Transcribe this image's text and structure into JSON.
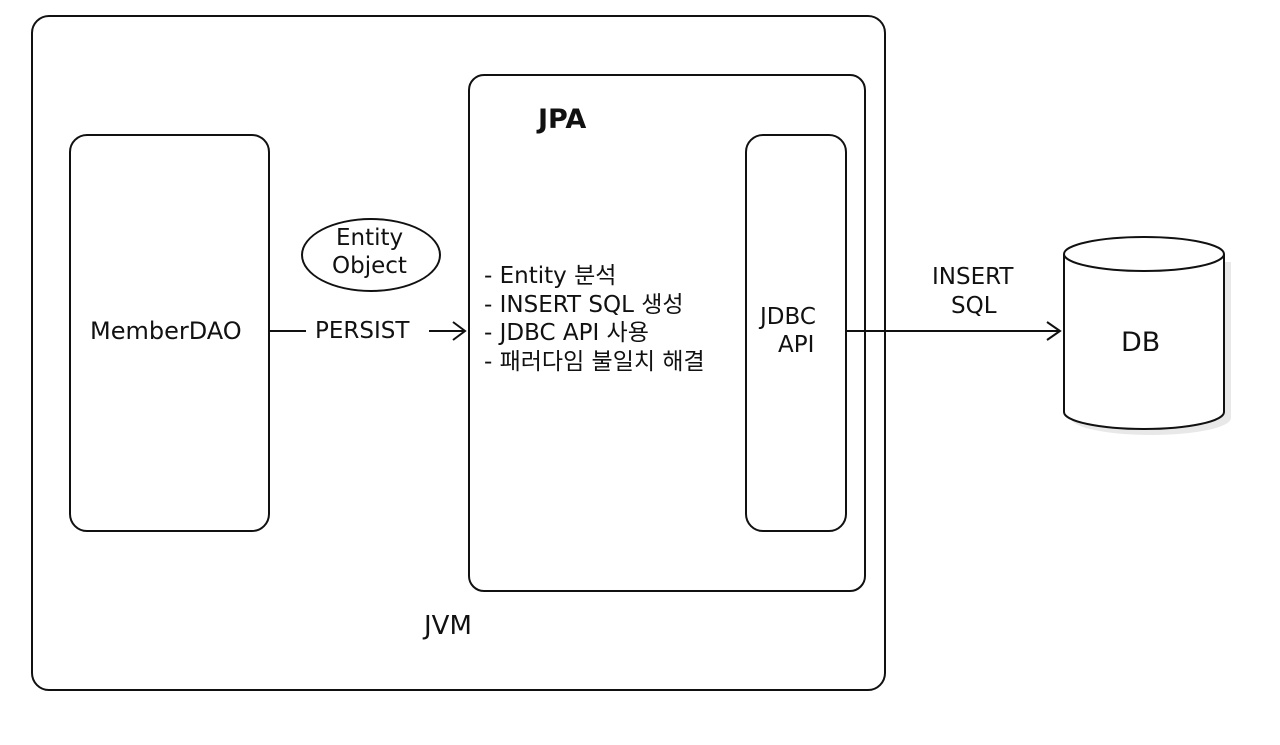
{
  "diagram": {
    "jvm_label": "JVM",
    "jpa_title": "JPA",
    "member_dao_label": "MemberDAO",
    "persist_label": "PERSIST",
    "entity_object": {
      "line1": "Entity",
      "line2": "Object"
    },
    "jpa_steps": [
      "- Entity 분석",
      "- INSERT SQL 생성",
      "- JDBC API 사용",
      "- 패러다임 불일치 해결"
    ],
    "jdbc_api": {
      "line1": "JDBC",
      "line2": "API"
    },
    "insert_sql": {
      "line1": "INSERT",
      "line2": "SQL"
    },
    "db_label": "DB"
  }
}
